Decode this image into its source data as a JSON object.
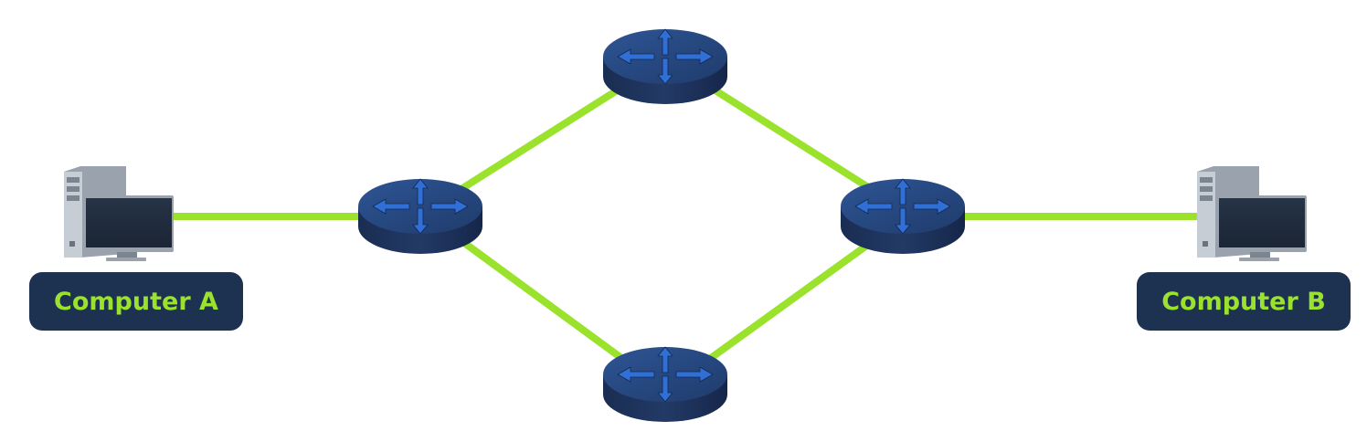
{
  "colors": {
    "link": "#9be22d",
    "router_top": "#2a4a82",
    "router_side": "#1a2e55",
    "arrow": "#2f6fd6",
    "label_bg": "#1d3150",
    "label_text": "#9be22d"
  },
  "computers": [
    {
      "id": "computer-a",
      "label": "Computer A",
      "icon": "desktop-computer-icon"
    },
    {
      "id": "computer-b",
      "label": "Computer B",
      "icon": "desktop-computer-icon"
    }
  ],
  "routers": [
    {
      "id": "router-left",
      "icon": "router-icon"
    },
    {
      "id": "router-top",
      "icon": "router-icon"
    },
    {
      "id": "router-bottom",
      "icon": "router-icon"
    },
    {
      "id": "router-right",
      "icon": "router-icon"
    }
  ],
  "links": [
    [
      "computer-a",
      "router-left"
    ],
    [
      "router-left",
      "router-top"
    ],
    [
      "router-left",
      "router-bottom"
    ],
    [
      "router-top",
      "router-right"
    ],
    [
      "router-bottom",
      "router-right"
    ],
    [
      "router-right",
      "computer-b"
    ]
  ]
}
